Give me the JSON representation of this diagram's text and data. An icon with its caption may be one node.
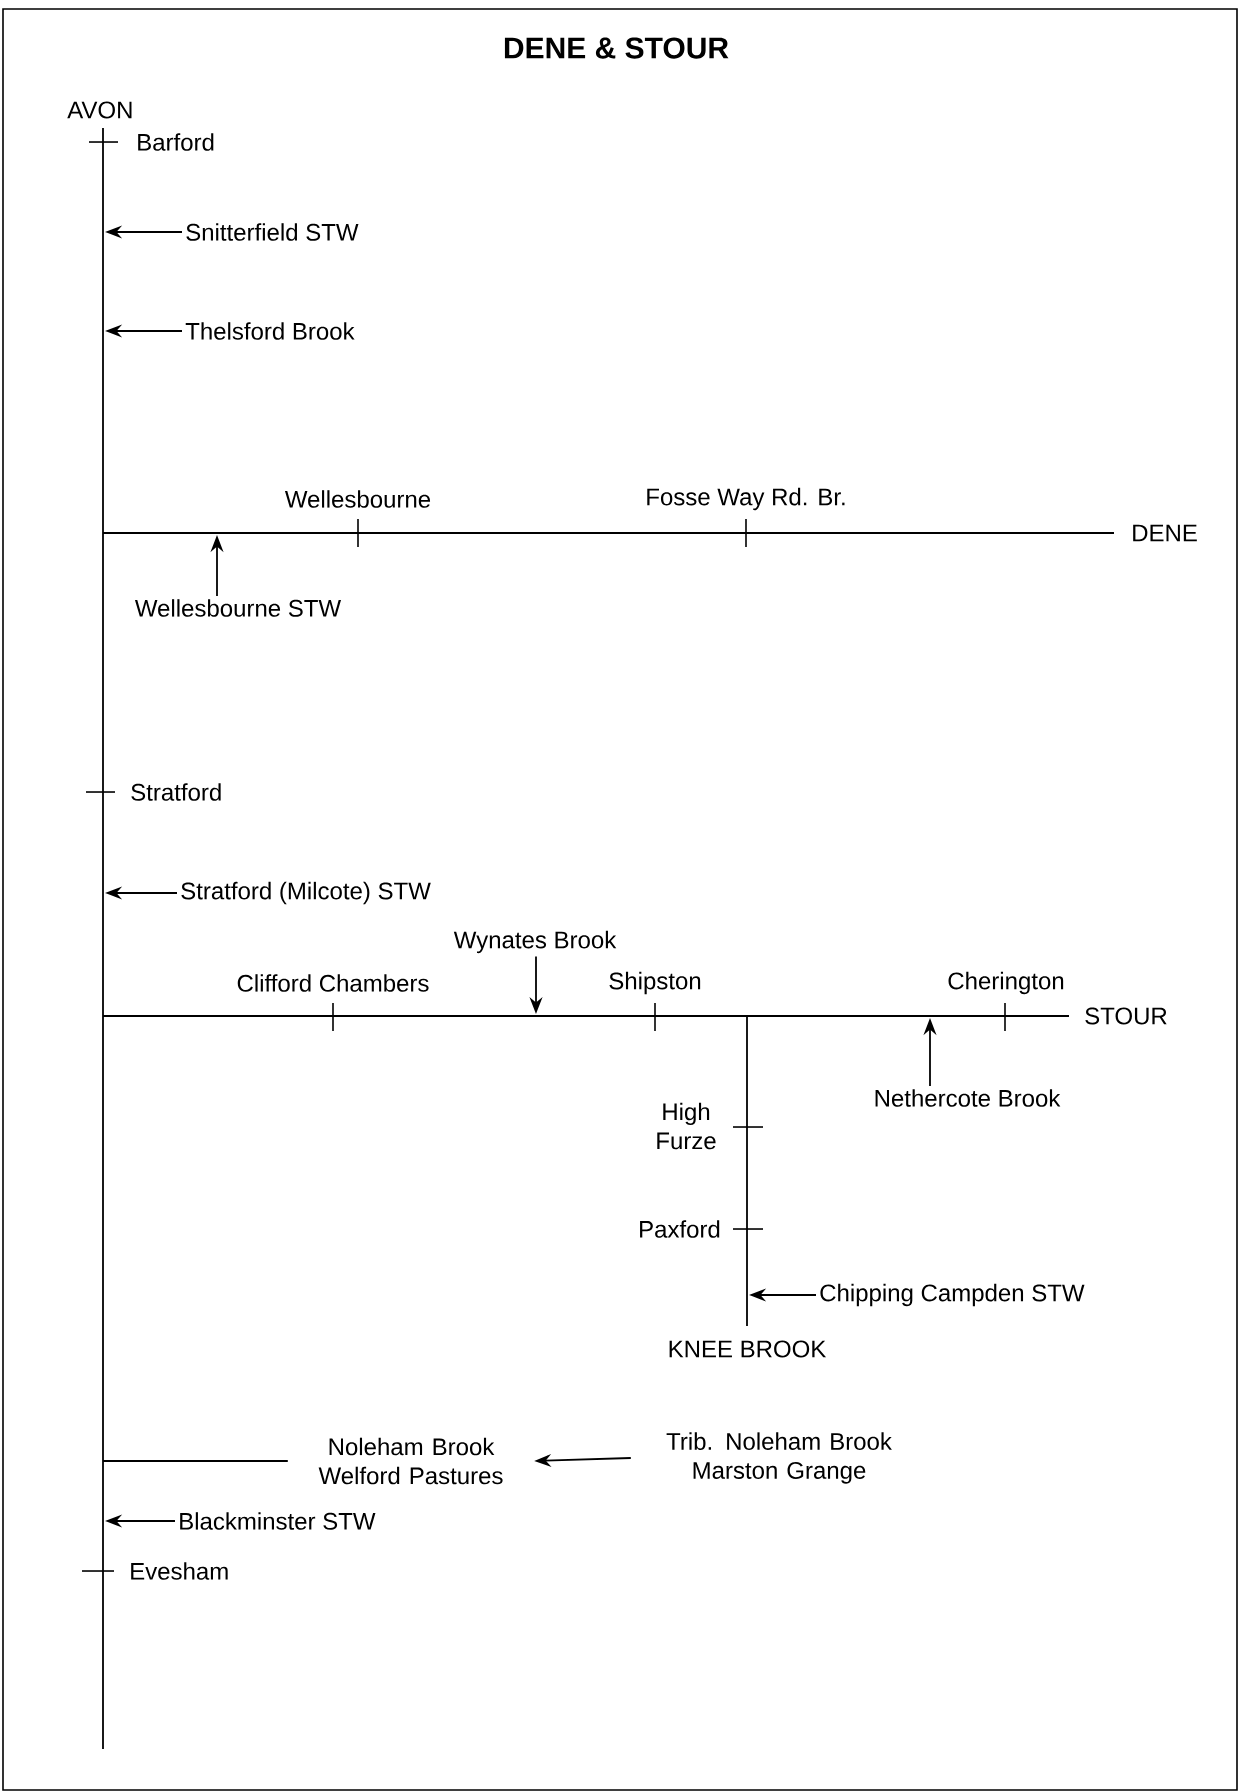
{
  "diagram": {
    "title": "DENE & STOUR",
    "nodes": [
      {
        "text": [
          "Snitterfield STW"
        ]
      },
      {
        "text": [
          "Thelsford Brook"
        ]
      },
      {
        "text": [
          "Wellesbourne STW"
        ]
      },
      {
        "text": [
          "Stratford (Milcote) STW"
        ]
      },
      {
        "text": [
          "Wynates Brook"
        ]
      },
      {
        "text": [
          "Nethercote Brook"
        ]
      },
      {
        "text": [
          "Chipping Campden STW"
        ]
      },
      {
        "text": [
          "Noleham Brook Welford Pastures"
        ]
      },
      {
        "text": [
          "Trib. Noleham Brook Marston Grange"
        ]
      },
      {
        "text": [
          "Blackminster STW"
        ]
      }
    ],
    "edges": [
      {
        "from": 0,
        "to": null,
        "arrow": "to"
      },
      {
        "from": 1,
        "to": null,
        "arrow": "to"
      },
      {
        "from": 2,
        "to": null,
        "arrow": "to"
      },
      {
        "from": 3,
        "to": null,
        "arrow": "to"
      },
      {
        "from": 4,
        "to": null,
        "arrow": "to"
      },
      {
        "from": 5,
        "to": null,
        "arrow": "to"
      },
      {
        "from": 6,
        "to": null,
        "arrow": "to"
      },
      {
        "from": 8,
        "to": 7,
        "arrow": "to"
      },
      {
        "from": 7,
        "to": null,
        "arrow": "none"
      },
      {
        "from": 9,
        "to": null,
        "arrow": "to"
      }
    ],
    "labels": [
      "AVON",
      "Barford",
      "Wellesbourne",
      "Fosse Way Rd. Br.",
      "DENE",
      "Stratford",
      "Clifford Chambers",
      "Shipston",
      "Cherington",
      "STOUR",
      "High Furze",
      "Paxford",
      "KNEE BROOK",
      "Evesham"
    ]
  }
}
